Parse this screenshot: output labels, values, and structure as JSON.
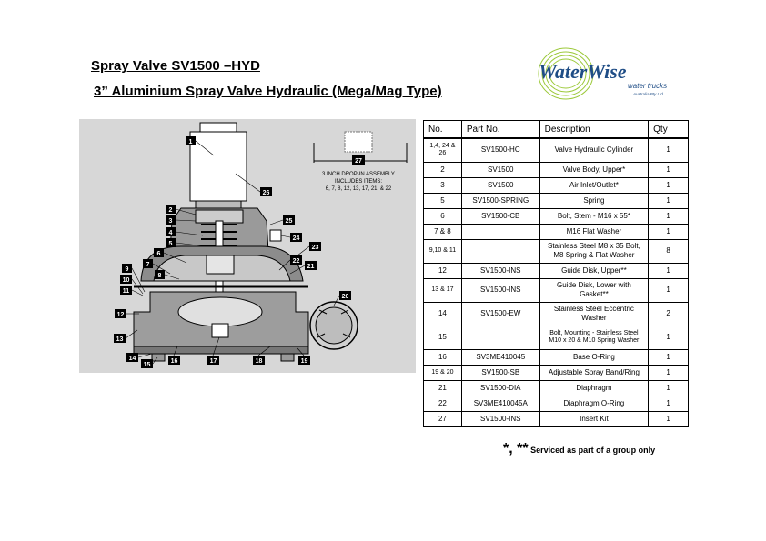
{
  "title": "Spray Valve SV1500 –HYD",
  "subtitle": "3” Aluminium Spray Valve Hydraulic (Mega/Mag Type)",
  "logo": {
    "brand": "WaterWise",
    "tagline": "water trucks",
    "small": "Australia Pty Ltd"
  },
  "colors": {
    "brand_blue": "#1f4d86",
    "brand_green": "#9cc93a",
    "panel": "#d7d7d7"
  },
  "diagram": {
    "inset_label": "27",
    "inset_note": [
      "3 INCH DROP-IN ASSEMBLY",
      "INCLUDES ITEMS:",
      "6, 7, 8, 12, 13, 17, 21, & 22"
    ],
    "callouts": [
      "1",
      "2",
      "3",
      "4",
      "5",
      "6",
      "7",
      "8",
      "9",
      "10",
      "11",
      "12",
      "13",
      "14",
      "15",
      "16",
      "17",
      "18",
      "19",
      "20",
      "21",
      "22",
      "23",
      "24",
      "25",
      "26"
    ]
  },
  "table": {
    "headers": [
      "No.",
      "Part No.",
      "Description",
      "Qty"
    ],
    "rows": [
      {
        "no": "1,4, 24 & 26",
        "part": "SV1500-HC",
        "desc": "Valve Hydraulic Cylinder",
        "qty": "1"
      },
      {
        "no": "2",
        "part": "SV1500",
        "desc": "Valve Body, Upper*",
        "qty": "1"
      },
      {
        "no": "3",
        "part": "SV1500",
        "desc": "Air Inlet/Outlet*",
        "qty": "1"
      },
      {
        "no": "5",
        "part": "SV1500-SPRING",
        "desc": "Spring",
        "qty": "1"
      },
      {
        "no": "6",
        "part": "SV1500-CB",
        "desc": "Bolt, Stem - M16 x 55*",
        "qty": "1"
      },
      {
        "no": "7 & 8",
        "part": "",
        "desc": "M16 Flat Washer",
        "qty": "1"
      },
      {
        "no": "9,10 & 11",
        "part": "",
        "desc": "Stainless Steel M8 x 35 Bolt, M8 Spring & Flat Washer",
        "qty": "8"
      },
      {
        "no": "12",
        "part": "SV1500-INS",
        "desc": "Guide Disk, Upper**",
        "qty": "1"
      },
      {
        "no": "13 & 17",
        "part": "SV1500-INS",
        "desc": "Guide Disk, Lower with Gasket**",
        "qty": "1"
      },
      {
        "no": "14",
        "part": "SV1500-EW",
        "desc": "Stainless Steel Eccentric Washer",
        "qty": "2"
      },
      {
        "no": "15",
        "part": "",
        "desc": "Bolt, Mounting - Stainless Steel M10 x 20 & M10 Spring Washer",
        "qty": "1"
      },
      {
        "no": "16",
        "part": "SV3ME410045",
        "desc": "Base O-Ring",
        "qty": "1"
      },
      {
        "no": "19 & 20",
        "part": "SV1500-SB",
        "desc": "Adjustable Spray Band/Ring",
        "qty": "1"
      },
      {
        "no": "21",
        "part": "SV1500-DIA",
        "desc": "Diaphragm",
        "qty": "1"
      },
      {
        "no": "22",
        "part": "SV3ME410045A",
        "desc": "Diaphragm O-Ring",
        "qty": "1"
      },
      {
        "no": "27",
        "part": "SV1500-INS",
        "desc": "Insert Kit",
        "qty": "1"
      }
    ]
  },
  "footnote": {
    "stars": "*, **",
    "text": "Serviced as part of a group only"
  }
}
